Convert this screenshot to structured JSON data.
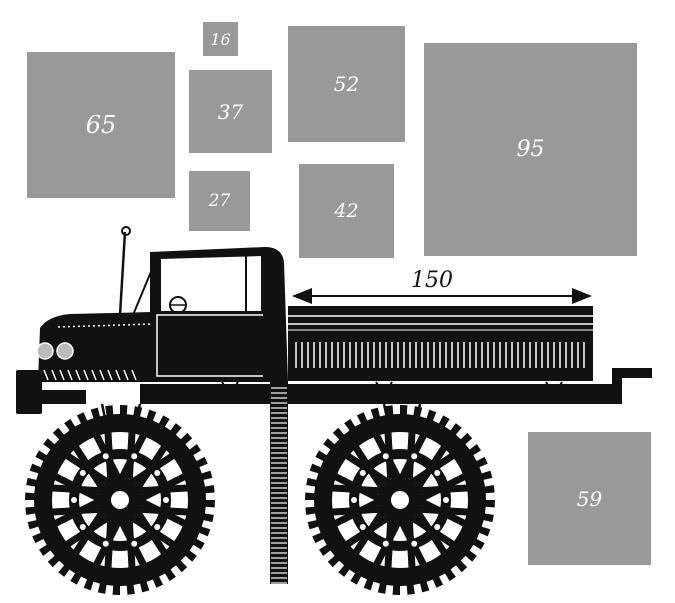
{
  "blocks": {
    "b16": "16",
    "b65": "65",
    "b37": "37",
    "b27": "27",
    "b52": "52",
    "b42": "42",
    "b95": "95",
    "b59": "59"
  },
  "truck": {
    "bed_length_label": "150"
  },
  "colors": {
    "block_fill": "#999999",
    "block_text": "#ffffff",
    "ink": "#111111"
  }
}
